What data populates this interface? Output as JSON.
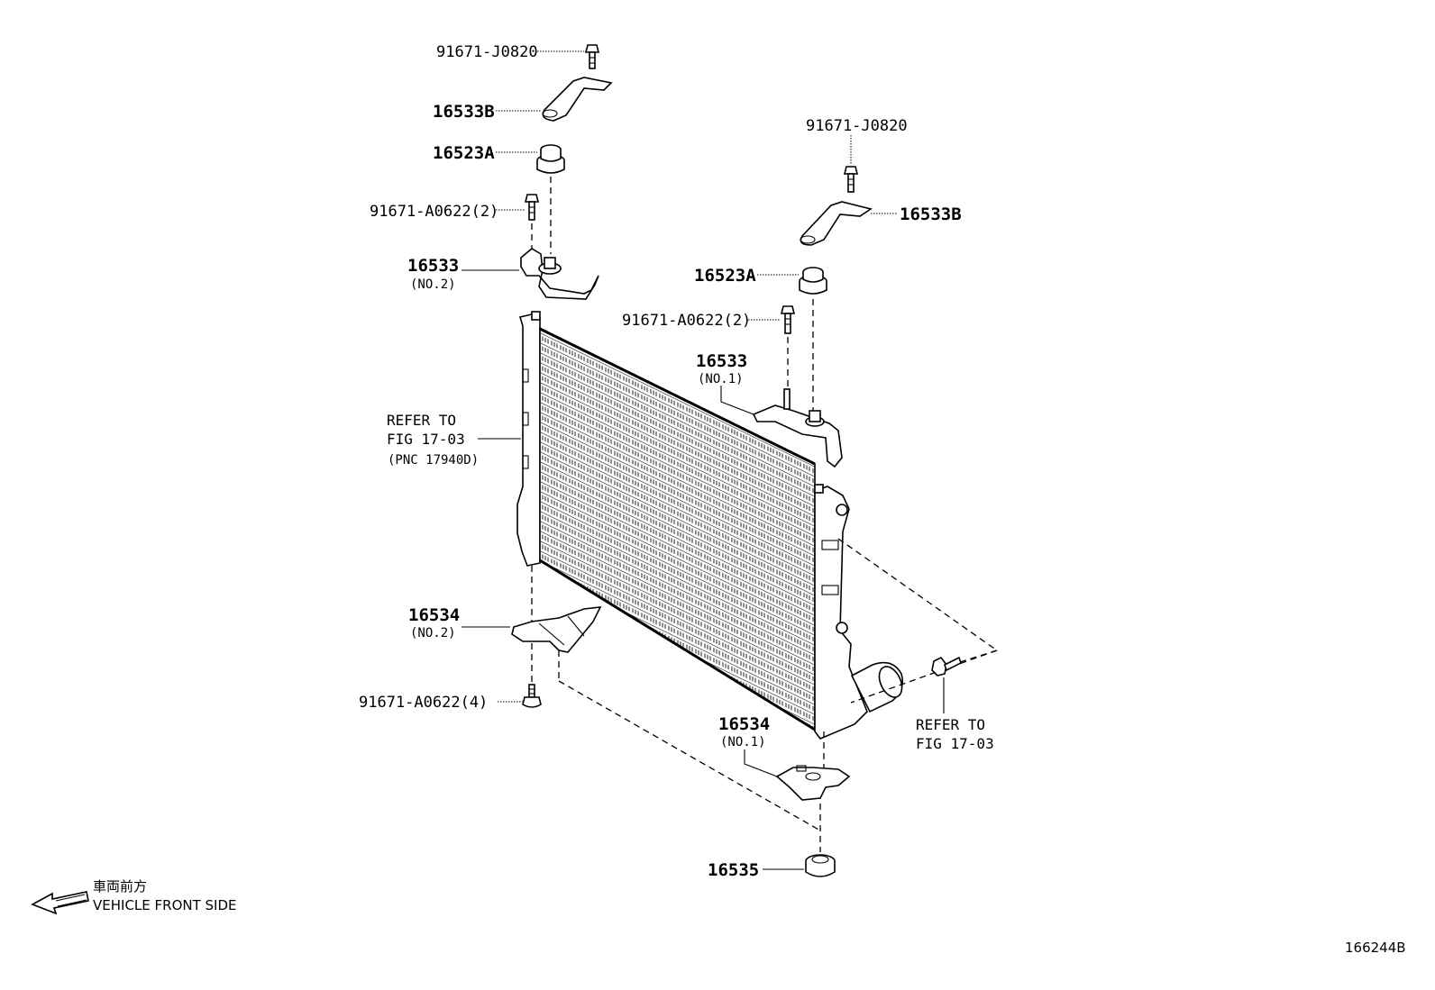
{
  "labels": {
    "bolt_top_left": "91671-J0820",
    "bracket_16533B_left": "16533B",
    "cushion_16523A_left": "16523A",
    "bolt_a0622_left": "91671-A0622(2)",
    "support_16533_no2": "16533",
    "support_16533_no2_sub": "(NO.2)",
    "bolt_top_right": "91671-J0820",
    "bracket_16533B_right": "16533B",
    "cushion_16523A_right": "16523A",
    "bolt_a0622_right": "91671-A0622(2)",
    "support_16533_no1": "16533",
    "support_16533_no1_sub": "(NO.1)",
    "refer_left_line1": "REFER TO",
    "refer_left_line2": "FIG 17-03",
    "refer_left_line3": "(PNC 17940D)",
    "support_16534_no2": "16534",
    "support_16534_no2_sub": "(NO.2)",
    "bolt_a0622_bottom": "91671-A0622(4)",
    "support_16534_no1": "16534",
    "support_16534_no1_sub": "(NO.1)",
    "refer_right_line1": "REFER TO",
    "refer_right_line2": "FIG 17-03",
    "cushion_16535": "16535"
  },
  "legend": {
    "japanese": "車両前方",
    "english": "VEHICLE FRONT SIDE",
    "icon": "arrow-left-icon"
  },
  "diagram_id": "166244B"
}
